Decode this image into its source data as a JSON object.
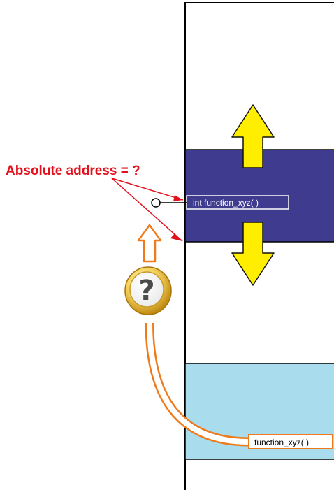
{
  "annotation": {
    "question_label": "Absolute address = ?"
  },
  "memory": {
    "dark_region_label": "int function_xyz( )",
    "light_region_label": "function_xyz( )"
  },
  "coin": {
    "symbol": "?"
  },
  "colors": {
    "dark_region": "#3f3c8f",
    "light_region": "#a9dcec",
    "arrow_yellow": "#ffee00",
    "annotation_red": "#e3101d",
    "orange_arrow": "#ee7a1c"
  },
  "icons": {
    "up_down_arrows": "yellow-block-arrow-icon",
    "coin": "question-coin-icon",
    "hollow_arrow": "orange-hollow-arrow-icon"
  }
}
